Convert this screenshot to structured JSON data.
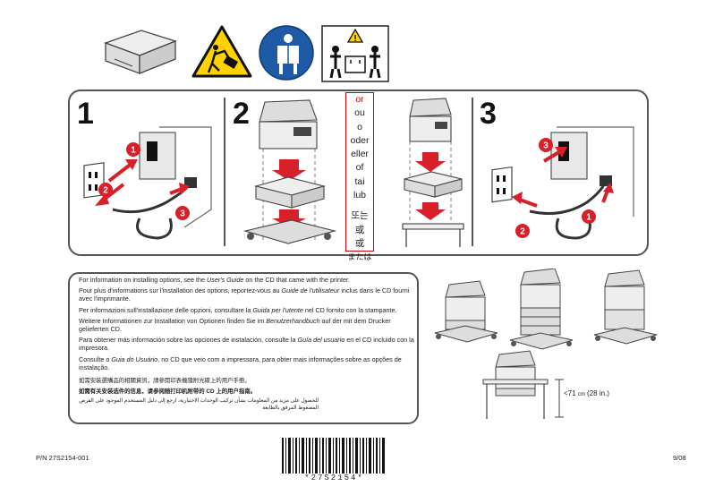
{
  "steps": [
    "1",
    "2",
    "3"
  ],
  "or_box": {
    "lines": [
      "or",
      "ou",
      "o",
      "oder",
      "eller",
      "of",
      "tai",
      "lub",
      "또는",
      "或",
      "或",
      "または"
    ]
  },
  "callouts": {
    "step1": [
      "1",
      "2",
      "3"
    ],
    "step3": [
      "3",
      "2",
      "1"
    ]
  },
  "info": {
    "en": {
      "pre": "For information on installing options, see the ",
      "em": "User's Guide",
      "post": " on the CD that came with the printer."
    },
    "fr": {
      "pre": "Pour plus d'informations sur l'installation des options, reportez-vous au ",
      "em": "Guide de l'utilisateur",
      "post": " inclus dans le CD fourni avec l'imprimante."
    },
    "it": {
      "pre": "Per informazioni sull'installazione delle opzioni, consultare la ",
      "em": "Guida per l'utente",
      "post": " nel CD fornito con la stampante."
    },
    "de": {
      "pre": "Weitere Informationen zur Installation von Optionen finden Sie im ",
      "em": "Benutzerhandbuch",
      "post": " auf der mit dem Drucker gelieferten CD."
    },
    "es": {
      "pre": "Para obtener más información sobre las opciones de instalación, consulte la ",
      "em": "Guía del usuario",
      "post": " en el CD incluido con la impresora."
    },
    "pt": {
      "pre": "Consulte o ",
      "em": "Guia do Usuário",
      "post": ", no CD que veio com a impressora, para obter mais informações sobre as opções de instalação."
    },
    "zh_tw": "如需安裝選購品的相關資訊，請參閱印表機隨附光碟上的用户手冊。",
    "zh_cn": "如需有关安装选件的信息，请参阅随打印机附带的 CD 上的用户指南。",
    "ar": "للحصول على مزيد من المعلومات بشأن تركيب الوحدات الاختيارية، ارجع إلى دليل المستخدم الموجود على القرص المضغوط المرفق بالطابعة"
  },
  "height_note": {
    "prefix": "<71",
    "unit": "cm",
    "suffix": "(28 in.)"
  },
  "footer": {
    "part_number": "P/N 27S2154-001",
    "date": "9/08",
    "barcode_text": "*27S2154*"
  },
  "colors": {
    "callout_red": "#d8202a",
    "warning_yellow": "#ffd200",
    "info_blue": "#1f5aa6",
    "or_red": "#cc0000"
  }
}
